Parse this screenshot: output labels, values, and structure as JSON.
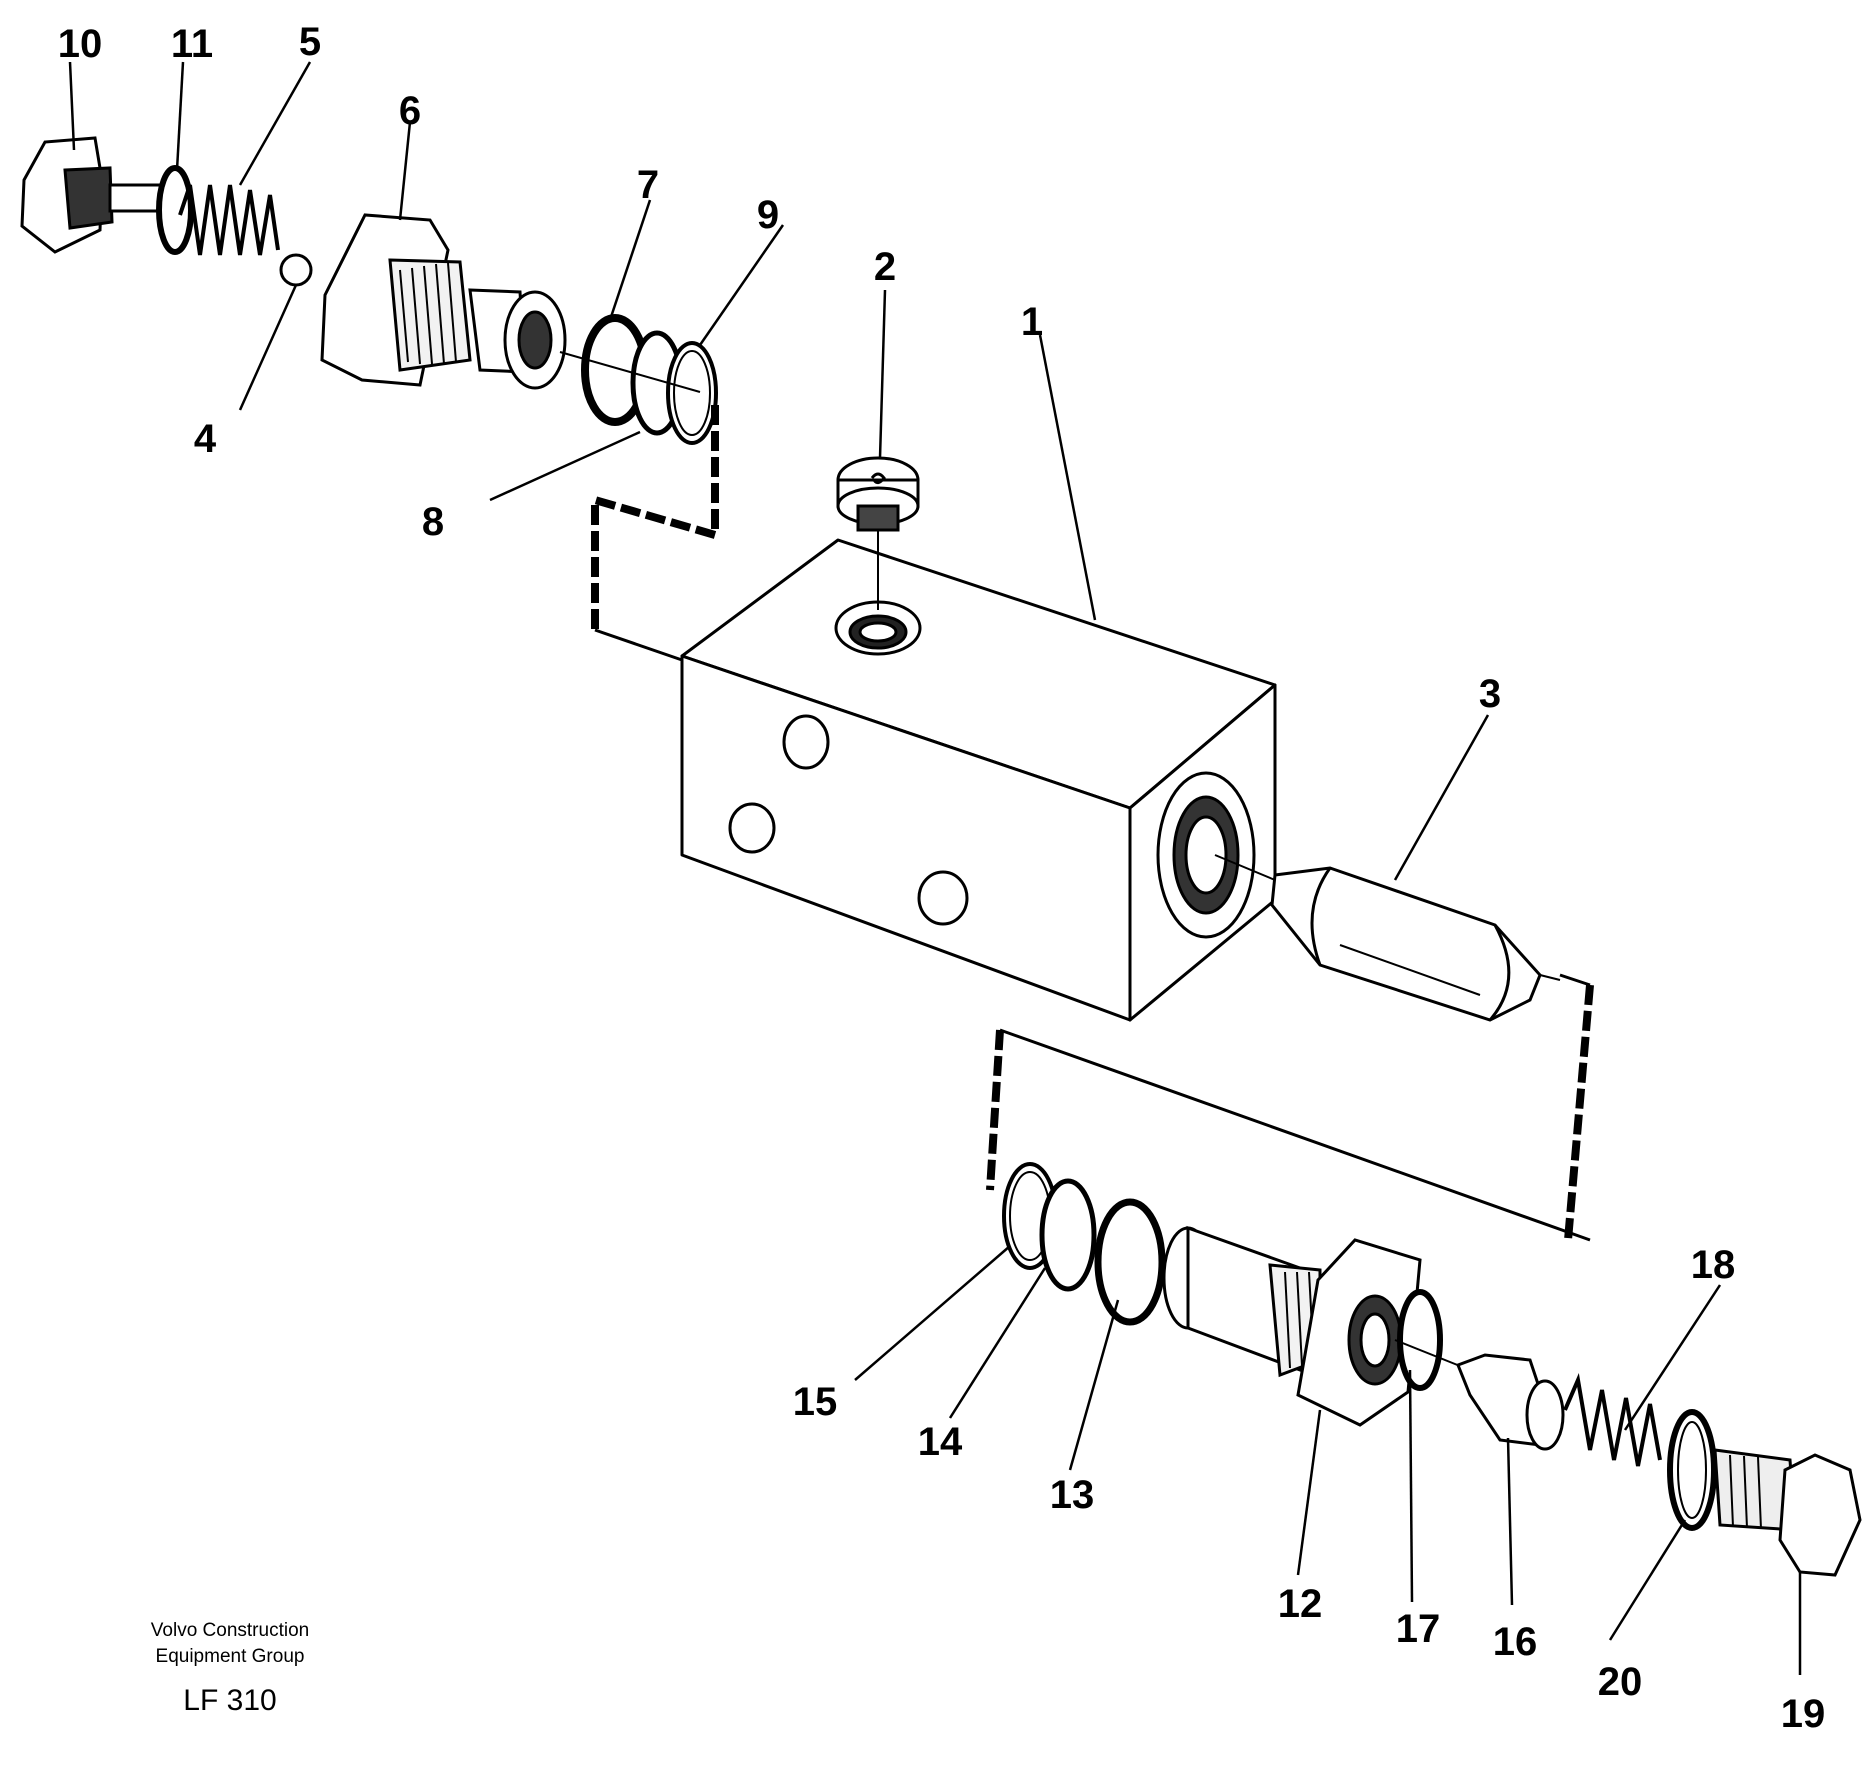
{
  "diagram": {
    "part_numbers": [
      "1",
      "2",
      "3",
      "4",
      "5",
      "6",
      "7",
      "8",
      "9",
      "10",
      "11",
      "12",
      "13",
      "14",
      "15",
      "16",
      "17",
      "18",
      "19",
      "20"
    ]
  },
  "footer": {
    "company_line1": "Volvo Construction",
    "company_line2": "Equipment Group",
    "drawing_code": "LF 310"
  }
}
